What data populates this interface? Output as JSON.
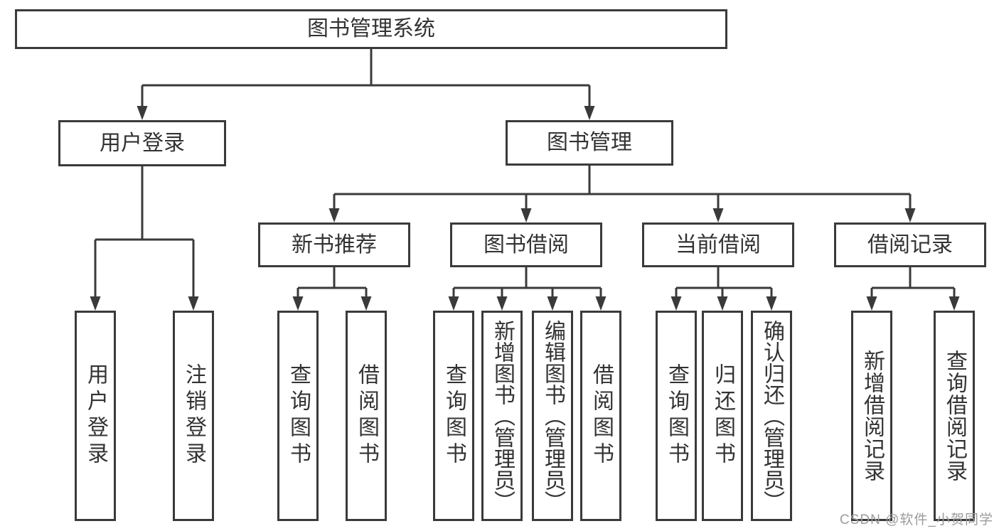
{
  "diagram": {
    "root": "图书管理系统",
    "level2": [
      "用户登录",
      "图书管理"
    ],
    "level3": [
      "新书推荐",
      "图书借阅",
      "当前借阅",
      "借阅记录"
    ],
    "leaf_groups": [
      {
        "parent": "用户登录",
        "items": [
          "用户登录",
          "注销登录"
        ]
      },
      {
        "parent": "新书推荐",
        "items": [
          "查询图书",
          "借阅图书"
        ]
      },
      {
        "parent": "图书借阅",
        "items": [
          "查询图书",
          "新增图书（管理员）",
          "编辑图书（管理员）",
          "借阅图书"
        ]
      },
      {
        "parent": "当前借阅",
        "items": [
          "查询图书",
          "归还图书",
          "确认归还（管理员）"
        ]
      },
      {
        "parent": "借阅记录",
        "items": [
          "新增借阅记录",
          "查询借阅记录"
        ]
      }
    ]
  },
  "watermark": "CSDN @软件_小贺同学",
  "colors": {
    "line": "#3a3a3a",
    "text": "#333333",
    "background": "#ffffff",
    "watermark": "#9e9a9a"
  }
}
